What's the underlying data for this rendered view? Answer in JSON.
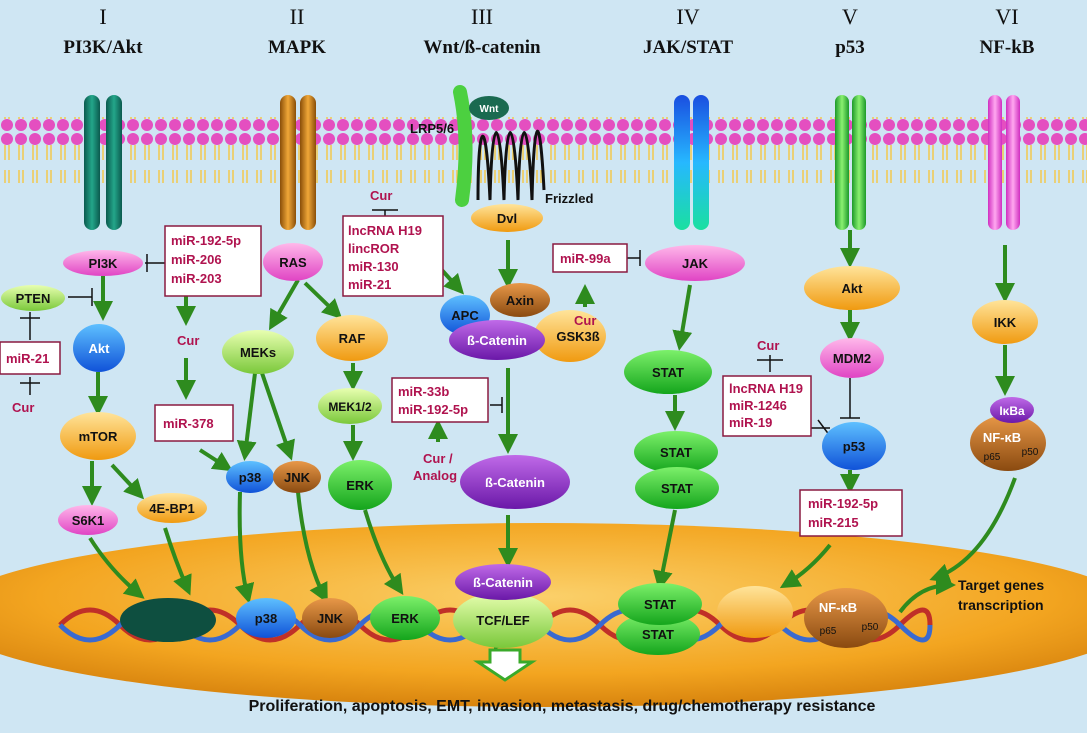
{
  "columns": [
    {
      "numeral": "I",
      "title": "PI3K/Akt"
    },
    {
      "numeral": "II",
      "title": "MAPK"
    },
    {
      "numeral": "III",
      "title": "Wnt/ß-catenin"
    },
    {
      "numeral": "IV",
      "title": "JAK/STAT"
    },
    {
      "numeral": "V",
      "title": "p53"
    },
    {
      "numeral": "VI",
      "title": "NF-kB"
    }
  ],
  "receptor_labels": {
    "lrp": "LRP5/6",
    "wnt": "Wnt",
    "frizzled": "Frizzled"
  },
  "nodes": {
    "pi3k": "PI3K",
    "pten": "PTEN",
    "akt1": "Akt",
    "mtor": "mTOR",
    "s6k1": "S6K1",
    "ebp1": "4E-BP1",
    "ras": "RAS",
    "meks": "MEKs",
    "raf": "RAF",
    "mek12": "MEK1/2",
    "p38": "p38",
    "jnk": "JNK",
    "erk": "ERK",
    "dvl": "Dvl",
    "axin": "Axin",
    "apc": "APC",
    "gsk3b": "GSK3ß",
    "bcat1": "ß-Catenin",
    "bcat2": "ß-Catenin",
    "jak": "JAK",
    "stat1": "STAT",
    "stat2": "STAT",
    "stat3": "STAT",
    "akt5": "Akt",
    "mdm2": "MDM2",
    "p53": "p53",
    "ikk": "IKK",
    "ikba": "IκBa",
    "nfkb": "NF-κB",
    "p65": "p65",
    "p50": "p50"
  },
  "nucleus": {
    "p38": "p38",
    "jnk": "JNK",
    "erk": "ERK",
    "bcat": "ß-Catenin",
    "tcf": "TCF/LEF",
    "stat1": "STAT",
    "stat2": "STAT",
    "nfkb": "NF-κB",
    "p65": "p65",
    "p50": "p50",
    "target": [
      "Target genes",
      "transcription"
    ]
  },
  "boxes": {
    "mir_pi3k": [
      "miR-192-5p",
      "miR-206",
      "miR-203"
    ],
    "mir21": [
      "miR-21"
    ],
    "mir378": [
      "miR-378"
    ],
    "lnc_wnt": [
      "lncRNA H19",
      "lincROR",
      "miR-130",
      "miR-21"
    ],
    "mir99a": [
      "miR-99a"
    ],
    "mir33b": [
      "miR-33b",
      "miR-192-5p"
    ],
    "lnc_p53": [
      "lncRNA H19",
      "miR-1246",
      "miR-19"
    ],
    "mir_p53": [
      "miR-192-5p",
      "miR-215"
    ]
  },
  "cur_labels": {
    "cur1": "Cur",
    "cur2": "Cur",
    "cur3": "Cur",
    "cur4": "Cur",
    "cur5": "Cur",
    "cur6": [
      "Cur /",
      "Analog"
    ]
  },
  "outcome": "Proliferation, apoptosis, EMT, invasion, metastasis, drug/chemotherapy resistance",
  "colors": {
    "arrow": "#2e8b1e",
    "mirna": "#b0134f",
    "box": "#8a1a40"
  }
}
